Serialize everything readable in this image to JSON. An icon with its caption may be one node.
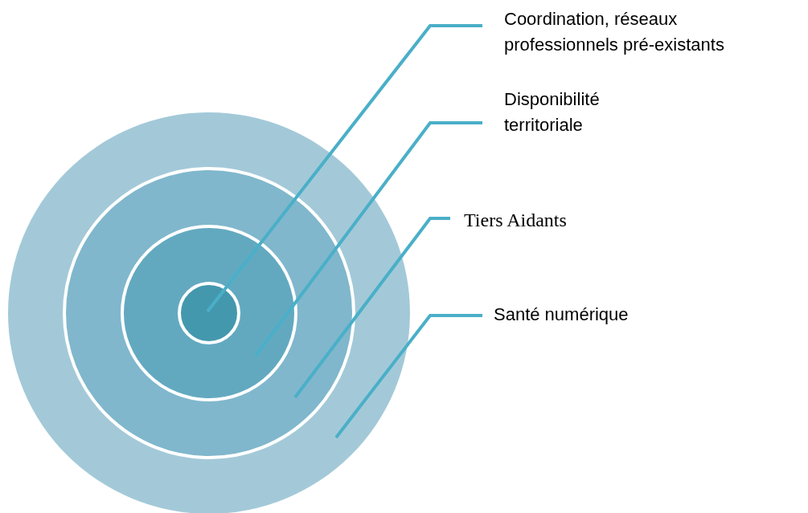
{
  "diagram": {
    "nodes": [
      {
        "text": [],
        "shape": "circle"
      },
      {
        "text": [],
        "shape": "circle",
        "in": 0
      },
      {
        "text": [],
        "shape": "circle",
        "in": 1
      },
      {
        "text": [],
        "shape": "circle",
        "in": 2
      },
      {
        "text": [
          "Coordination, réseaux professionnels pré-existants"
        ]
      },
      {
        "text": [
          "Disponibilité territoriale"
        ]
      },
      {
        "text": [
          "Tiers Aidants"
        ]
      },
      {
        "text": [
          "Santé numérique"
        ]
      }
    ],
    "edges": [
      {
        "from": 4,
        "to": 3,
        "arrow": "none"
      },
      {
        "from": 5,
        "to": 2,
        "arrow": "none"
      },
      {
        "from": 6,
        "to": 1,
        "arrow": "none"
      },
      {
        "from": 7,
        "to": 0,
        "arrow": "none"
      }
    ]
  }
}
